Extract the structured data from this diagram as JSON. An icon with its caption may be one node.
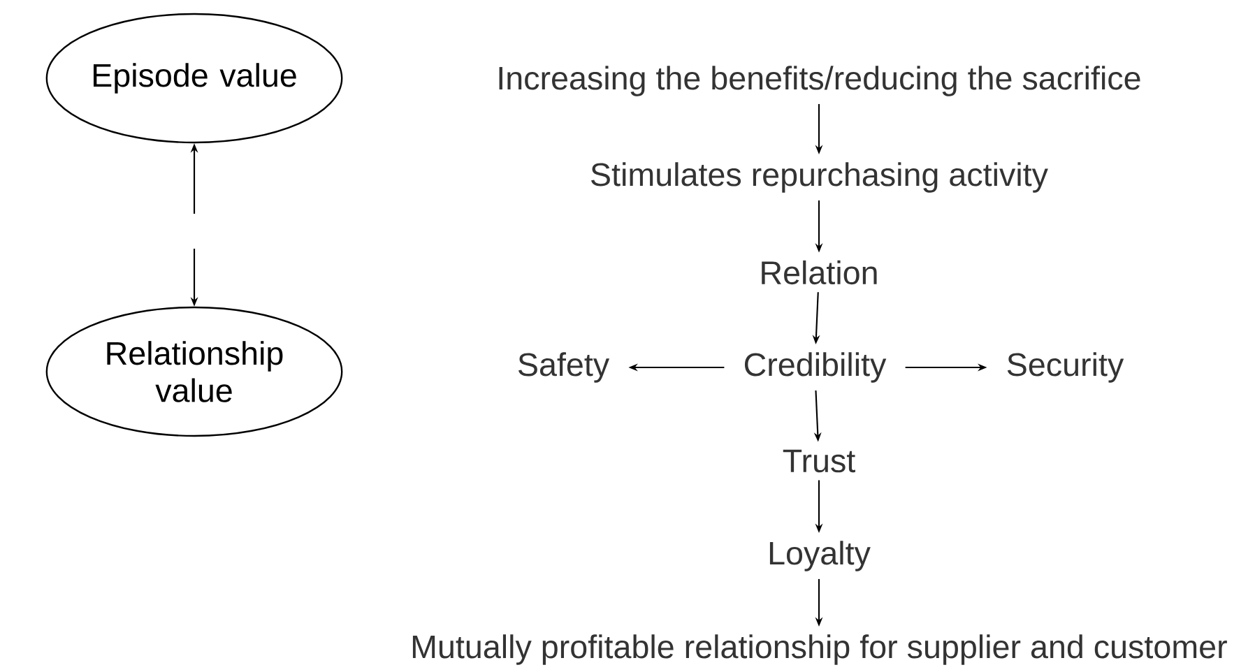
{
  "diagram": {
    "nodes": [
      {
        "text": [
          "Episode value"
        ]
      },
      {
        "text": [
          "Relationship value"
        ]
      },
      {
        "text": [
          "Increasing the benefits/reducing the sacrifice"
        ]
      },
      {
        "text": [
          "Stimulates repurchasing activity"
        ]
      },
      {
        "text": [
          "Relation"
        ]
      },
      {
        "text": [
          "Safety"
        ]
      },
      {
        "text": [
          "Credibility"
        ]
      },
      {
        "text": [
          "Security"
        ]
      },
      {
        "text": [
          "Trust"
        ]
      },
      {
        "text": [
          "Loyalty"
        ]
      },
      {
        "text": [
          "Mutually profitable relationship for supplier and customer"
        ]
      }
    ],
    "edges": [
      {
        "from": null,
        "to": 0,
        "arrow": "to"
      },
      {
        "from": null,
        "to": 1,
        "arrow": "to"
      },
      {
        "from": 2,
        "to": 3,
        "arrow": "to"
      },
      {
        "from": 3,
        "to": 4,
        "arrow": "to"
      },
      {
        "from": 4,
        "to": 6,
        "arrow": "to"
      },
      {
        "from": 6,
        "to": 5,
        "arrow": "to"
      },
      {
        "from": 6,
        "to": 7,
        "arrow": "to"
      },
      {
        "from": 6,
        "to": 8,
        "arrow": "to"
      },
      {
        "from": 8,
        "to": 9,
        "arrow": "to"
      },
      {
        "from": 9,
        "to": 10,
        "arrow": "to"
      }
    ]
  }
}
